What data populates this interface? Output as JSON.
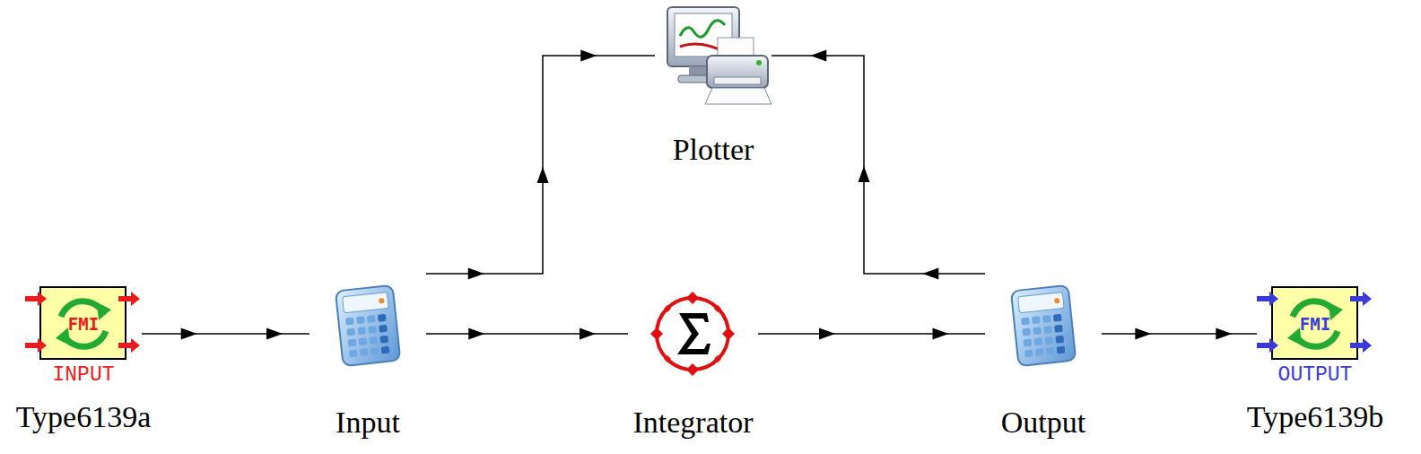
{
  "diagram": {
    "nodes": [
      {
        "text": [
          "Plotter"
        ]
      },
      {
        "text": [
          "FMI",
          "INPUT",
          "Type6139a"
        ]
      },
      {
        "text": [
          "Input"
        ]
      },
      {
        "text": [
          "Integrator"
        ]
      },
      {
        "text": [
          "Output"
        ]
      },
      {
        "text": [
          "FMI",
          "OUTPUT",
          "Type6139b"
        ]
      }
    ],
    "edges": [
      {
        "from": 1,
        "to": 2,
        "arrow": "to"
      },
      {
        "from": 2,
        "to": 3,
        "arrow": "to"
      },
      {
        "from": 3,
        "to": 4,
        "arrow": "to"
      },
      {
        "from": 4,
        "to": 5,
        "arrow": "to"
      },
      {
        "from": 2,
        "to": 0,
        "arrow": "to"
      },
      {
        "from": 4,
        "to": 0,
        "arrow": "to"
      }
    ]
  }
}
